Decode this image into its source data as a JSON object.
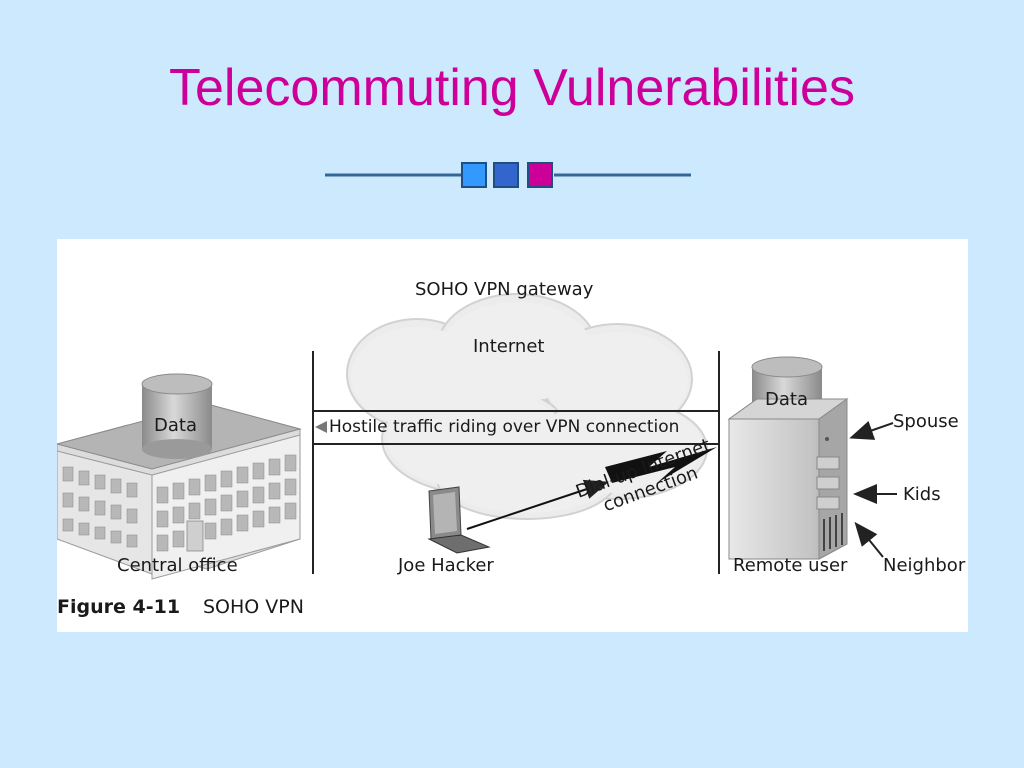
{
  "slide": {
    "title": "Telecommuting Vulnerabilities",
    "accent_color": "#cc0099",
    "background_color": "#cce9fd"
  },
  "diagram": {
    "gateway_label": "SOHO VPN gateway",
    "cloud_label": "Internet",
    "central_data_label": "Data",
    "remote_data_label": "Data",
    "hostile_label": "Hostile traffic riding over VPN connection",
    "central_office_label": "Central office",
    "joe_hacker_label": "Joe Hacker",
    "remote_user_label": "Remote user",
    "dialup_label_line1": "Dial-up Internet",
    "dialup_label_line2": "connection",
    "spouse_label": "Spouse",
    "kids_label": "Kids",
    "neighbor_label": "Neighbor",
    "icons": [
      "building-icon",
      "database-icon",
      "cloud-icon",
      "laptop-icon",
      "tower-pc-icon",
      "lightning-icon"
    ]
  },
  "caption": {
    "number": "Figure 4-11",
    "text": "SOHO VPN"
  }
}
